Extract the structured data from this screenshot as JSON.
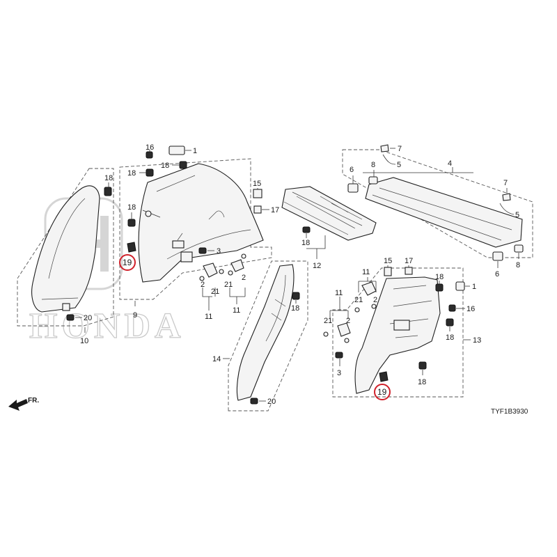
{
  "diagram_code": "TYF1B3930",
  "watermark_text": "HONDA",
  "direction_label": "FR.",
  "highlight_color": "#d0202a",
  "callouts": {
    "p1a": "1",
    "p1b": "1",
    "p2a": "2",
    "p2b": "2",
    "p2c": "2",
    "p2d": "2",
    "p3a": "3",
    "p3b": "3",
    "p4": "4",
    "p5a": "5",
    "p5b": "5",
    "p6a": "6",
    "p6b": "6",
    "p7a": "7",
    "p7b": "7",
    "p8a": "8",
    "p8b": "8",
    "p9": "9",
    "p10": "10",
    "p11a": "11",
    "p11b": "11",
    "p11c": "11",
    "p11d": "11",
    "p12": "12",
    "p13": "13",
    "p14": "14",
    "p15a": "15",
    "p15b": "15",
    "p16a": "16",
    "p16b": "16",
    "p17a": "17",
    "p17b": "17",
    "p18a": "18",
    "p18b": "18",
    "p18c": "18",
    "p18d": "18",
    "p18e": "18",
    "p18f": "18",
    "p18g": "18",
    "p18h": "18",
    "p18i": "18",
    "p19a": "19",
    "p19b": "19",
    "p20a": "20",
    "p20b": "20",
    "p21a": "21",
    "p21b": "21",
    "p21c": "21",
    "p21d": "21"
  }
}
